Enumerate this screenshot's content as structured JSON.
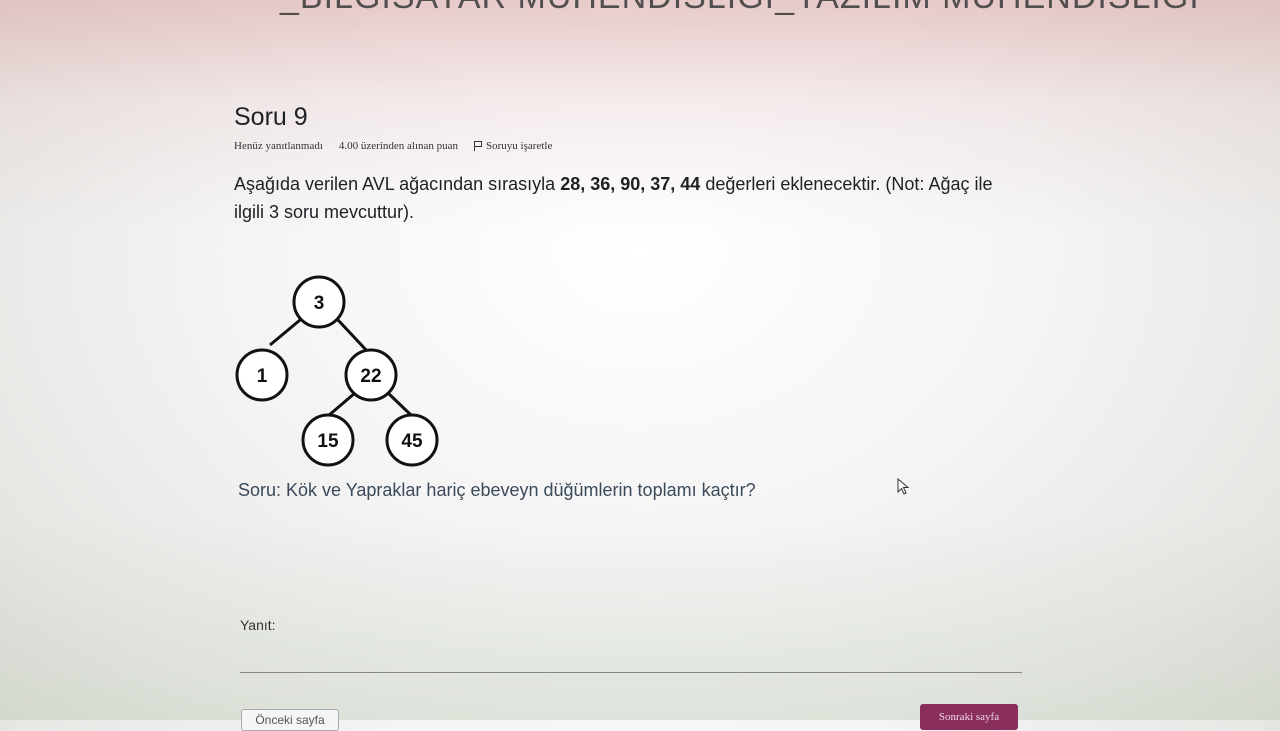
{
  "page": {
    "course_title": "_BİLGİSAYAR MÜHENDİSLİĞİ_YAZILIM MÜHENDİSLİĞİ"
  },
  "question": {
    "title": "Soru 9",
    "status": "Henüz yanıtlanmadı",
    "points": "4.00 üzerinden alınan puan",
    "flag_label": "Soruyu işaretle",
    "text_before": "Aşağıda verilen AVL ağacından sırasıyla ",
    "values": "28, 36, 90, 37, 44",
    "text_after": " değerleri eklenecektir. (Not: Ağaç ile ilgili 3 soru mevcuttur).",
    "sub_question": "Soru: Kök ve Yapraklar hariç ebeveyn düğümlerin toplamı kaçtır?"
  },
  "tree": {
    "nodes": [
      {
        "id": "n3",
        "label": "3"
      },
      {
        "id": "n1",
        "label": "1"
      },
      {
        "id": "n22",
        "label": "22"
      },
      {
        "id": "n15",
        "label": "15"
      },
      {
        "id": "n45",
        "label": "45"
      }
    ],
    "edges": [
      [
        "n3",
        "n1"
      ],
      [
        "n3",
        "n22"
      ],
      [
        "n22",
        "n15"
      ],
      [
        "n22",
        "n45"
      ]
    ]
  },
  "answer": {
    "label": "Yanıt:",
    "value": ""
  },
  "navigation": {
    "prev_label": "Önceki sayfa",
    "next_label": "Sonraki sayfa"
  },
  "icons": {
    "flag": "flag-icon",
    "cursor": "mouse-cursor-icon"
  },
  "colors": {
    "next_button": "#8a2e5e",
    "sub_question_text": "#3b4a5a"
  }
}
